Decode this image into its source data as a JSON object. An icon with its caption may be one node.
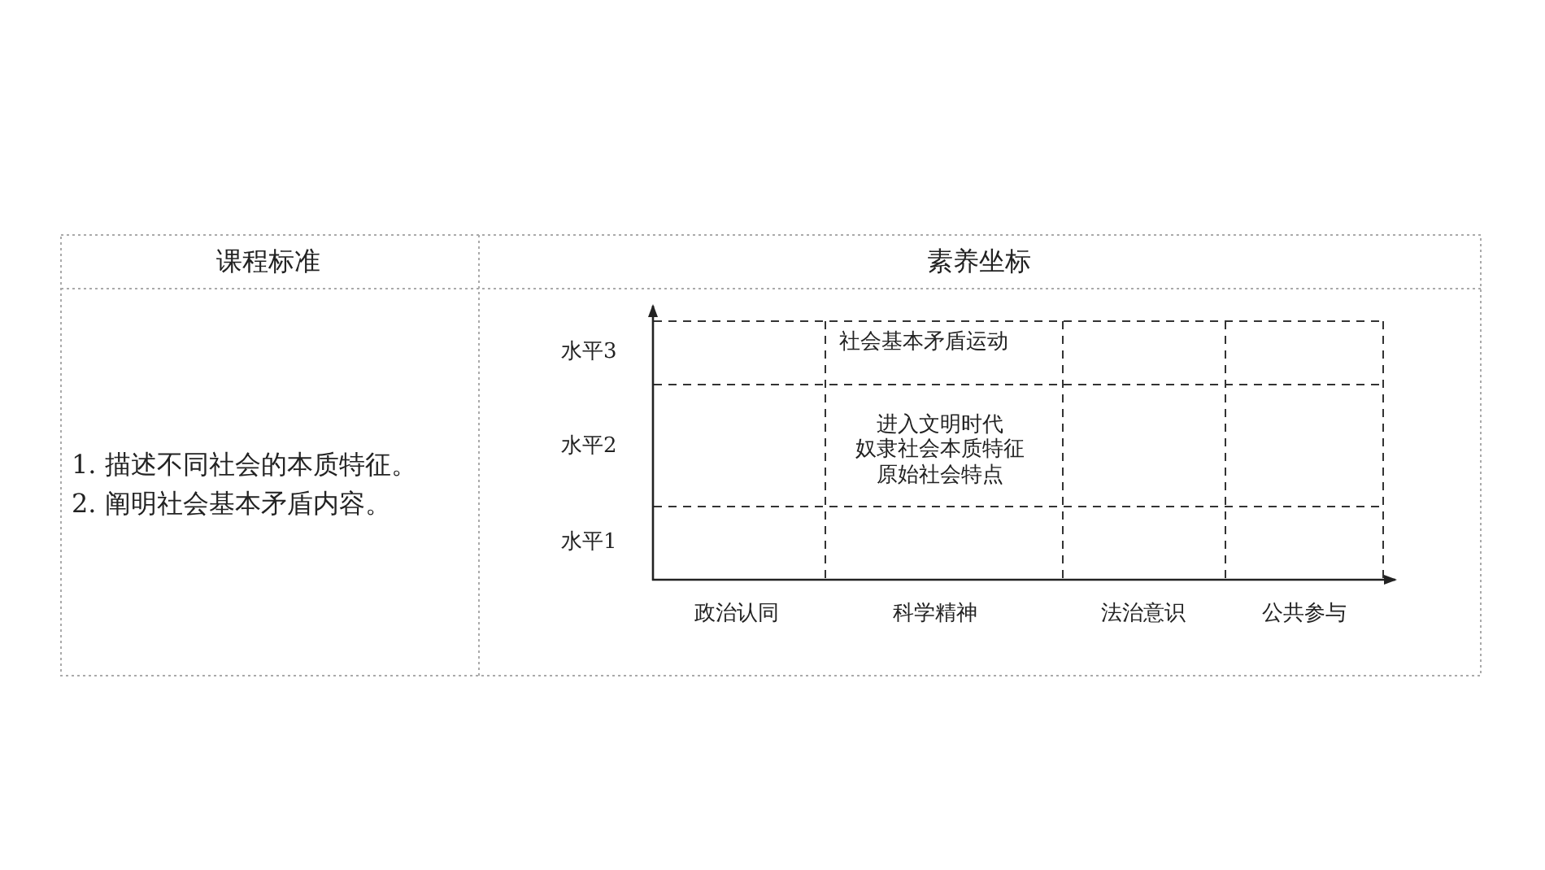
{
  "diagram": {
    "labels": [
      "课程标准",
      "素养坐标",
      "1. 描述不同社会的本质特征。",
      "2. 阐明社会基本矛盾内容。",
      "水平3",
      "社会基本矛盾运动",
      "水平2",
      "进入文明时代",
      "奴隶社会本质特征",
      "原始社会特点",
      "水平1",
      "政治认同",
      "科学精神",
      "法治意识",
      "公共参与"
    ]
  }
}
